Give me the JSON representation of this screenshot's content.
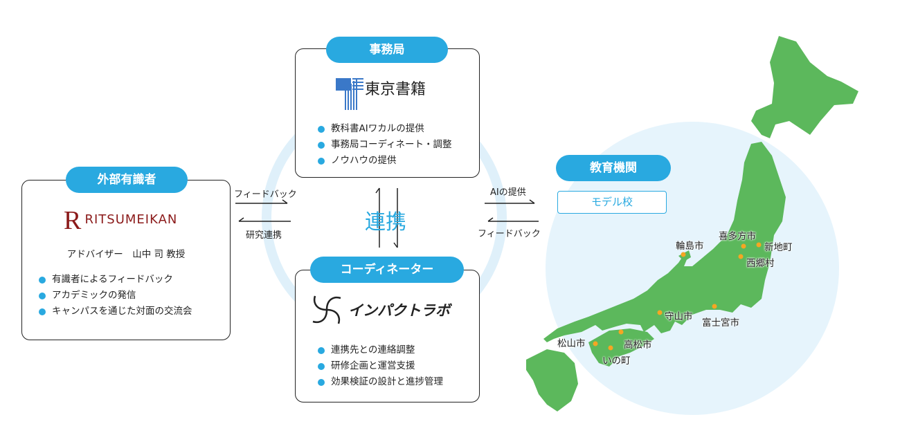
{
  "secretariat": {
    "title": "事務局",
    "logo_text": "東京書籍",
    "items": [
      "教科書AIワカルの提供",
      "事務局コーディネート・調整",
      "ノウハウの提供"
    ]
  },
  "experts": {
    "title": "外部有識者",
    "logo_text": "RITSUMEIKAN",
    "advisor": "アドバイザー　山中 司 教授",
    "items": [
      "有識者によるフィードバック",
      "アカデミックの発信",
      "キャンパスを通じた対面の交流会"
    ]
  },
  "coordinator": {
    "title": "コーディネーター",
    "logo_text": "インパクトラボ",
    "items": [
      "連携先との連絡調整",
      "研修企画と運営支援",
      "効果検証の設計と進捗管理"
    ]
  },
  "center_label": "連携",
  "left_arrows": {
    "top": "フィードバック",
    "bottom": "研究連携"
  },
  "right_arrows": {
    "top": "AIの提供",
    "bottom": "フィードバック"
  },
  "education": {
    "title": "教育機関",
    "model_school": "モデル校",
    "cities": [
      "喜多方市",
      "新地町",
      "西郷村",
      "輪島市",
      "守山市",
      "富士宮市",
      "松山市",
      "高松市",
      "いの町"
    ]
  },
  "colors": {
    "accent": "#29a9e0",
    "map_green": "#5cb85c",
    "city_dot": "#f5a623",
    "circle_bg": "#e6f4fc"
  }
}
